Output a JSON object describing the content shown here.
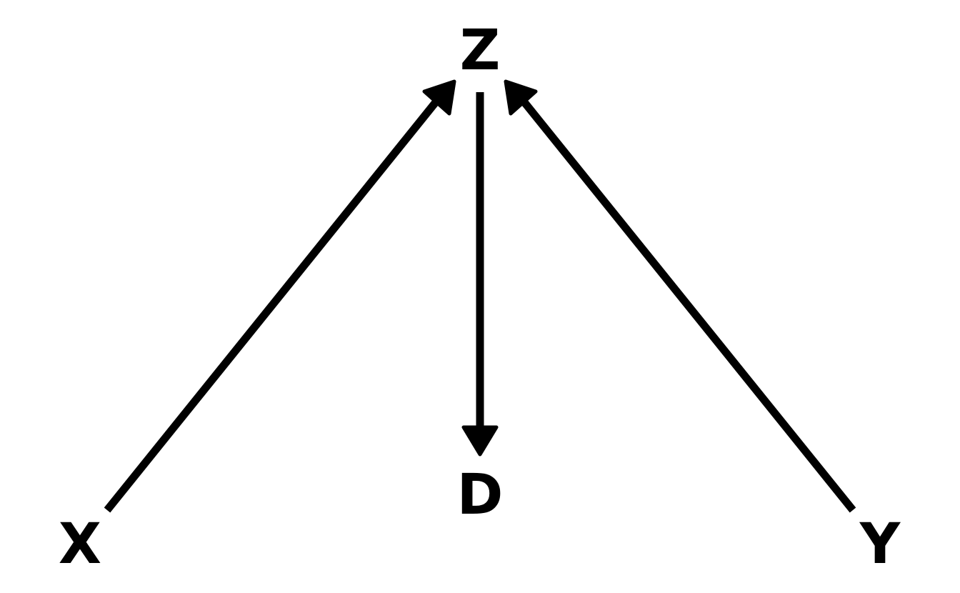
{
  "diagram": {
    "nodes": {
      "z": "Z",
      "d": "D",
      "x": "X",
      "y": "Y"
    },
    "edges": [
      {
        "from": "X",
        "to": "Z"
      },
      {
        "from": "Y",
        "to": "Z"
      },
      {
        "from": "Z",
        "to": "D"
      }
    ],
    "colors": {
      "stroke": "#000000",
      "text": "#000000",
      "background": "#ffffff"
    }
  }
}
